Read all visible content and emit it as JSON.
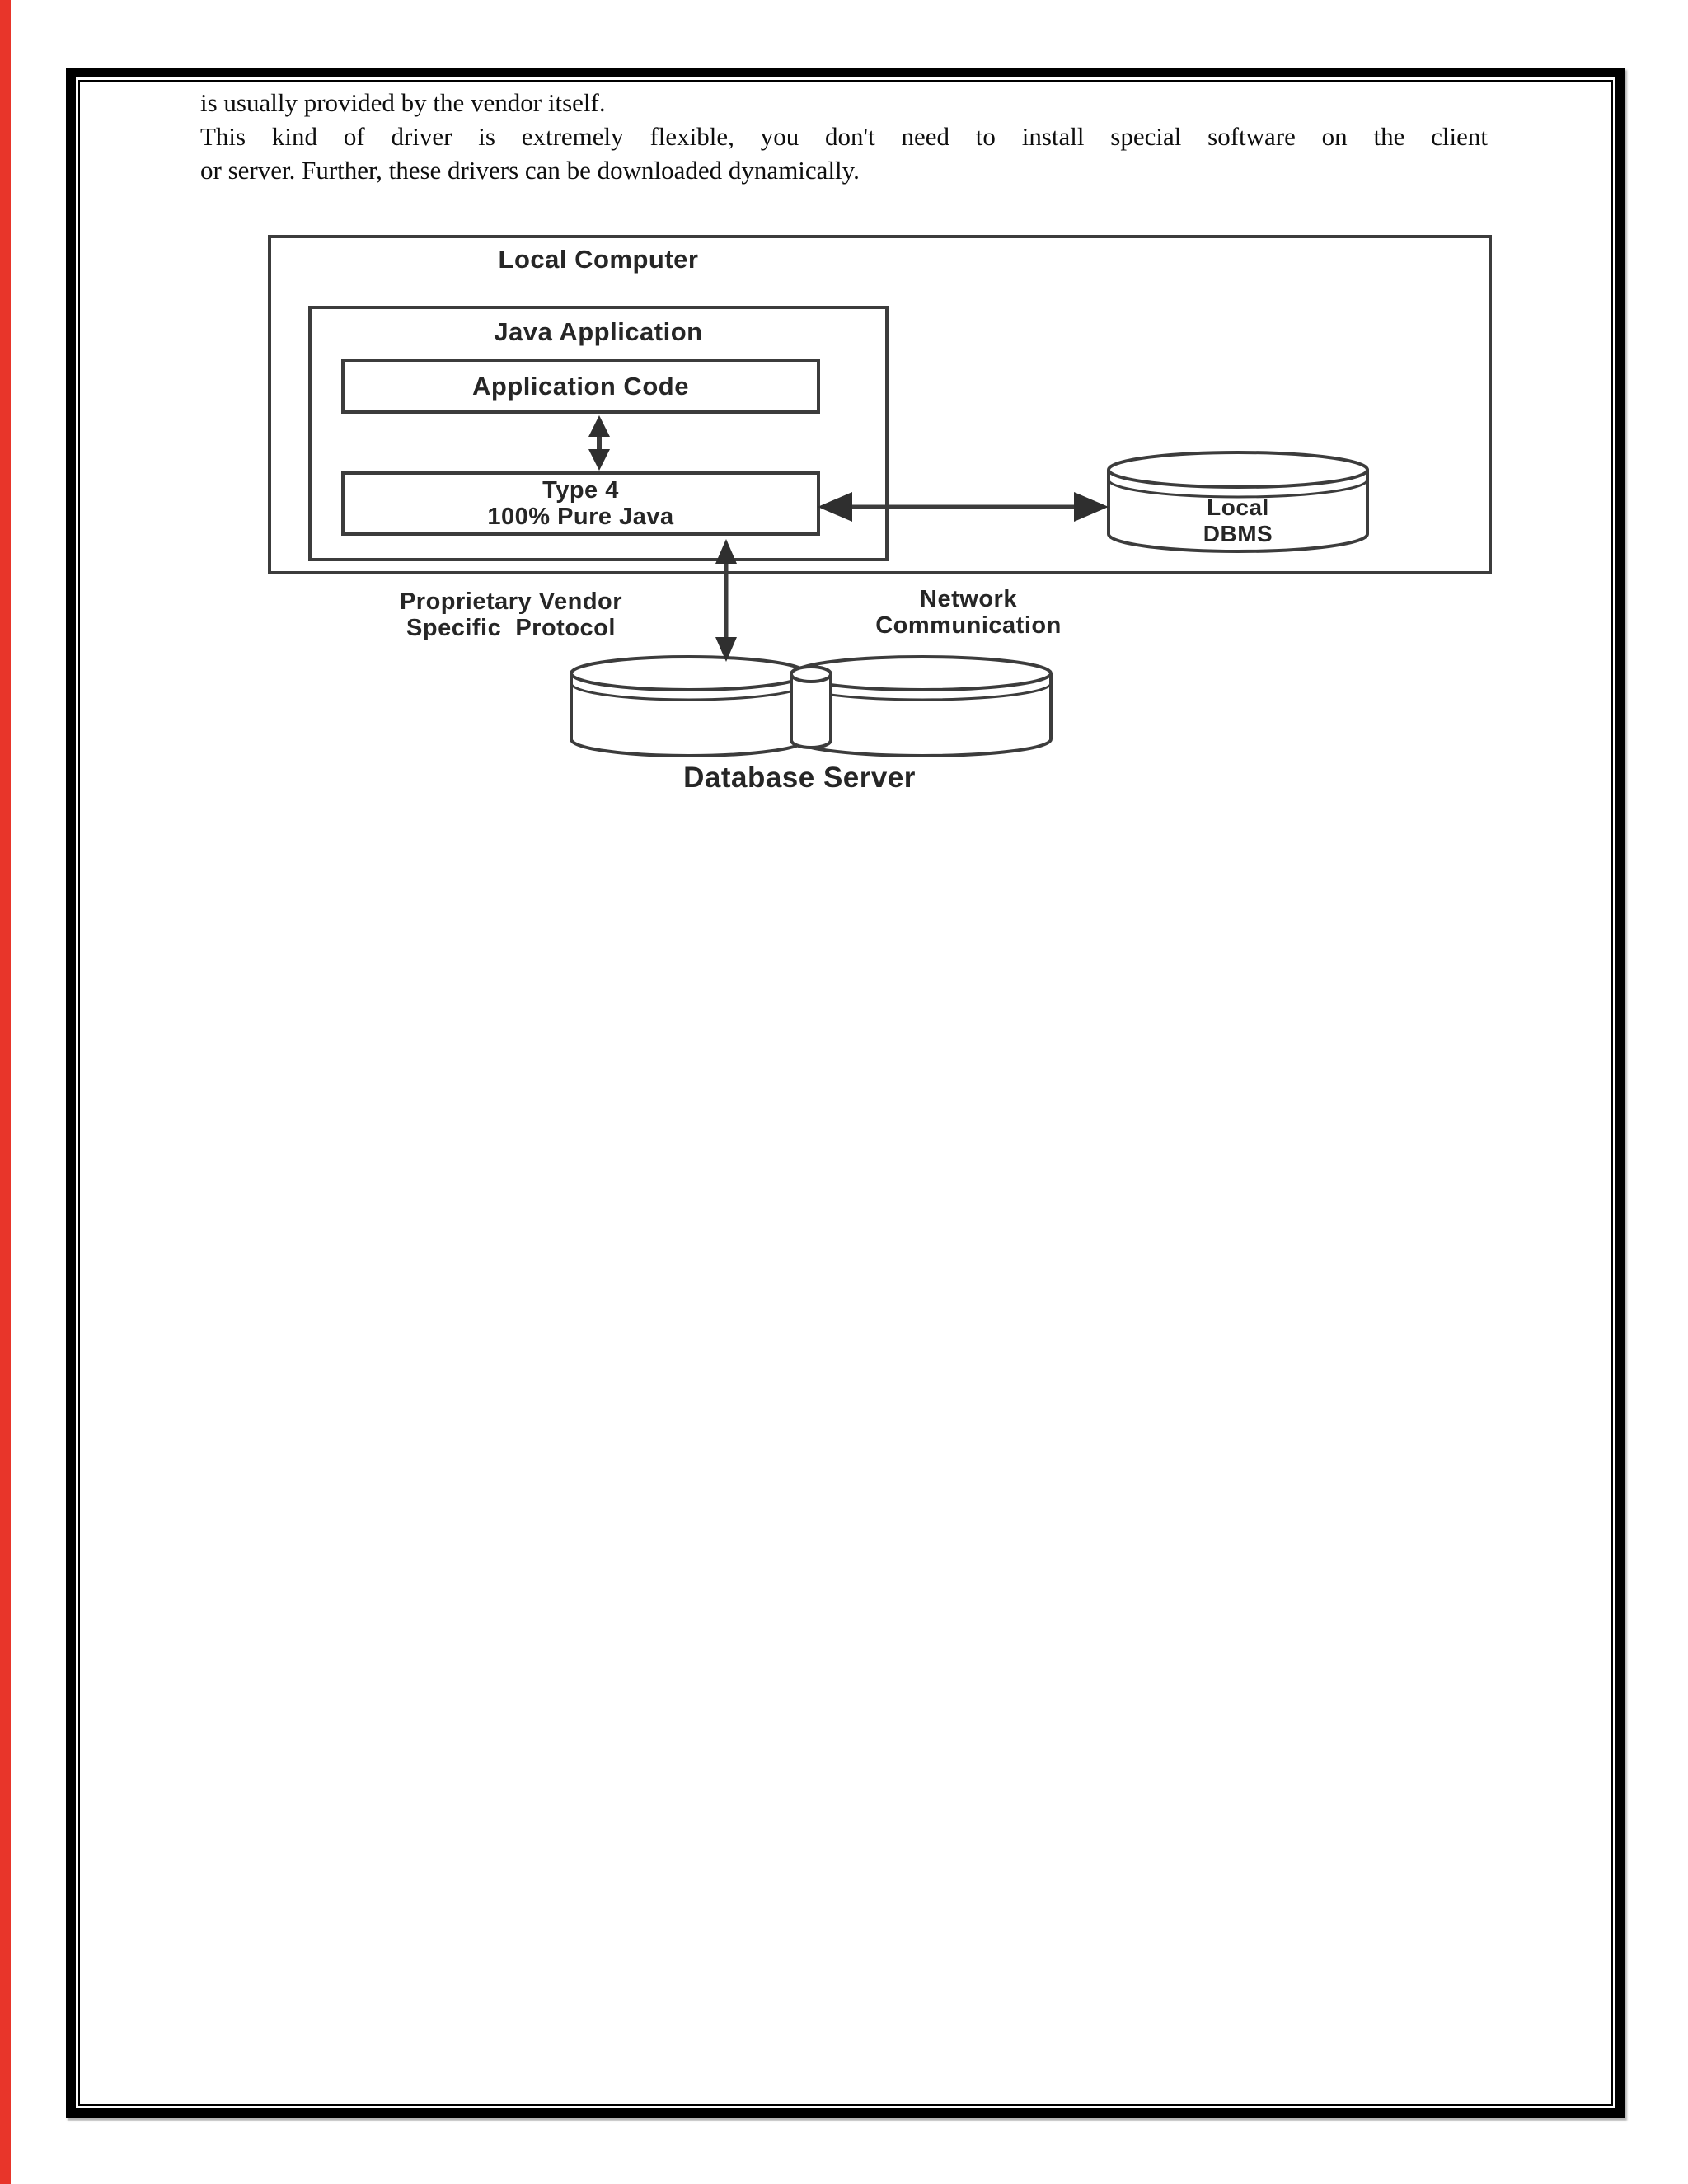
{
  "paragraph": {
    "line1": "is usually provided by the vendor itself.",
    "line2": "This kind of driver is extremely flexible, you don't need to install special software on the client",
    "line3": "or server. Further, these drivers can be downloaded dynamically."
  },
  "diagram": {
    "local_computer": "Local Computer",
    "java_application": "Java Application",
    "application_code": "Application Code",
    "type4_line1": "Type 4",
    "type4_line2": "100% Pure Java",
    "protocol_line1": "Proprietary Vendor",
    "protocol_line2": "Specific  Protocol",
    "network_line1": "Network",
    "network_line2": "Communication",
    "local_dbms_line1": "Local",
    "local_dbms_line2": "DBMS",
    "database_server": "Database Server"
  },
  "colors": {
    "left_accent_bar": "#e8352a",
    "frame_border": "#000000",
    "diagram_stroke": "#3c3c3c",
    "diagram_text": "#262626",
    "body_text": "#0e0e0e",
    "page_background": "#ffffff"
  }
}
